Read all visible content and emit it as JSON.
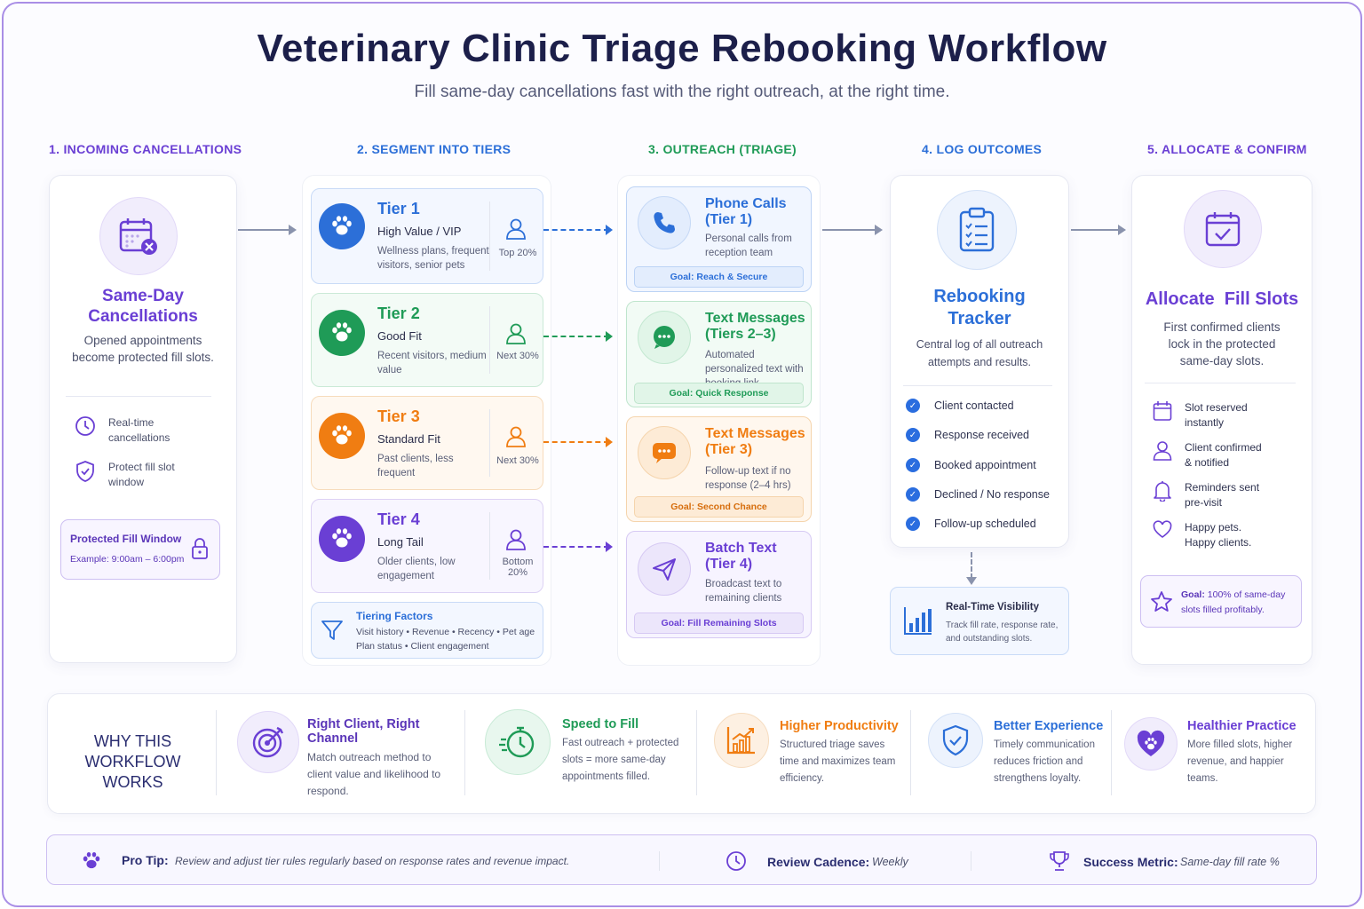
{
  "title": "Veterinary Clinic Triage Rebooking Workflow",
  "subtitle": "Fill same-day cancellations fast with the right outreach, at the right time.",
  "columns": [
    {
      "label": "1. INCOMING CANCELLATIONS",
      "color": "#6a3fd4"
    },
    {
      "label": "2. SEGMENT INTO TIERS",
      "color": "#2c6fd8"
    },
    {
      "label": "3. OUTREACH (TRIAGE)",
      "color": "#1f9b57"
    },
    {
      "label": "4. LOG OUTCOMES",
      "color": "#2c6fd8"
    },
    {
      "label": "5. ALLOCATE & CONFIRM",
      "color": "#6a3fd4"
    }
  ],
  "incoming": {
    "title": "Same-Day Cancellations",
    "desc": "Opened appointments become protected fill slots.",
    "features": [
      "Real-time cancellations",
      "Protect fill slot window"
    ],
    "window_title": "Protected Fill Window",
    "window_example": "Example: 9:00am – 6:00pm"
  },
  "tiers": [
    {
      "name": "Tier 1",
      "sub": "High Value / VIP",
      "desc": "Wellness plans, frequent visitors, senior pets",
      "pct": "Top 20%",
      "color": "#2c6fd8",
      "bg": "#f3f7ff",
      "border": "#c9dbf7"
    },
    {
      "name": "Tier 2",
      "sub": "Good Fit",
      "desc": "Recent visitors, medium value",
      "pct": "Next 30%",
      "color": "#1f9b57",
      "bg": "#f3fbf6",
      "border": "#cbead7"
    },
    {
      "name": "Tier 3",
      "sub": "Standard Fit",
      "desc": "Past clients, less frequent",
      "pct": "Next 30%",
      "color": "#f07d12",
      "bg": "#fff8f0",
      "border": "#f7dcbc"
    },
    {
      "name": "Tier 4",
      "sub": "Long Tail",
      "desc": "Older clients, low engagement",
      "pct": "Bottom 20%",
      "color": "#6a3fd4",
      "bg": "#f8f6ff",
      "border": "#ddd2f4"
    }
  ],
  "tiering": {
    "title": "Tiering Factors",
    "line1": "Visit history  •  Revenue  •  Recency  •  Pet age",
    "line2": "Plan status  •  Client engagement"
  },
  "outreach": [
    {
      "name": "Phone Calls (Tier 1)",
      "desc": "Personal calls from reception team",
      "goal": "Goal: Reach & Secure",
      "color": "#2c6fd8",
      "bg": "#f1f6ff",
      "border": "#bcd3f5"
    },
    {
      "name": "Text Messages (Tiers 2–3)",
      "desc": "Automated personalized text with booking link",
      "goal": "Goal: Quick Response",
      "color": "#1f9b57",
      "bg": "#f2fbf5",
      "border": "#bfe5cd"
    },
    {
      "name": "Text Messages (Tier 3)",
      "desc": "Follow-up text if no response (2–4 hrs)",
      "goal": "Goal: Second Chance",
      "color": "#f07d12",
      "bg": "#fff7ee",
      "border": "#f5d4ac"
    },
    {
      "name": "Batch Text (Tier 4)",
      "desc": "Broadcast text to remaining clients",
      "goal": "Goal: Fill Remaining Slots",
      "color": "#6a3fd4",
      "bg": "#f7f4ff",
      "border": "#d6c9f3"
    }
  ],
  "tracker": {
    "title": "Rebooking Tracker",
    "desc": "Central log of all outreach attempts and results.",
    "items": [
      "Client contacted",
      "Response received",
      "Booked appointment",
      "Declined / No response",
      "Follow-up scheduled"
    ],
    "vis_title": "Real-Time Visibility",
    "vis_desc": "Track fill rate, response rate, and outstanding slots."
  },
  "allocate": {
    "title": "Allocate  Fill Slots",
    "desc": "First confirmed clients lock in the protected same-day slots.",
    "items": [
      "Slot reserved instantly",
      "Client confirmed & notified",
      "Reminders sent pre-visit",
      "Happy pets. Happy clients."
    ],
    "goal_label": "Goal:",
    "goal_text": "100% of same-day slots filled profitably."
  },
  "why": {
    "heading": "WHY THIS WORKFLOW WORKS",
    "items": [
      {
        "title": "Right Client, Right Channel",
        "desc": "Match outreach method to client value and likelihood to respond.",
        "color": "#6a3fd4"
      },
      {
        "title": "Speed to Fill",
        "desc": "Fast outreach + protected slots = more same-day appointments filled.",
        "color": "#1f9b57"
      },
      {
        "title": "Higher Productivity",
        "desc": "Structured triage saves time and maximizes team efficiency.",
        "color": "#f07d12"
      },
      {
        "title": "Better Experience",
        "desc": "Timely communication reduces friction and strengthens loyalty.",
        "color": "#2c6fd8"
      },
      {
        "title": "Healthier Practice",
        "desc": "More filled slots, higher revenue, and happier teams.",
        "color": "#6a3fd4"
      }
    ]
  },
  "footer": {
    "tip_label": "Pro Tip:",
    "tip_text": "Review and adjust tier rules regularly based on response rates and revenue impact.",
    "cadence_label": "Review Cadence:",
    "cadence_value": "Weekly",
    "metric_label": "Success Metric:",
    "metric_value": "Same-day fill rate %"
  }
}
